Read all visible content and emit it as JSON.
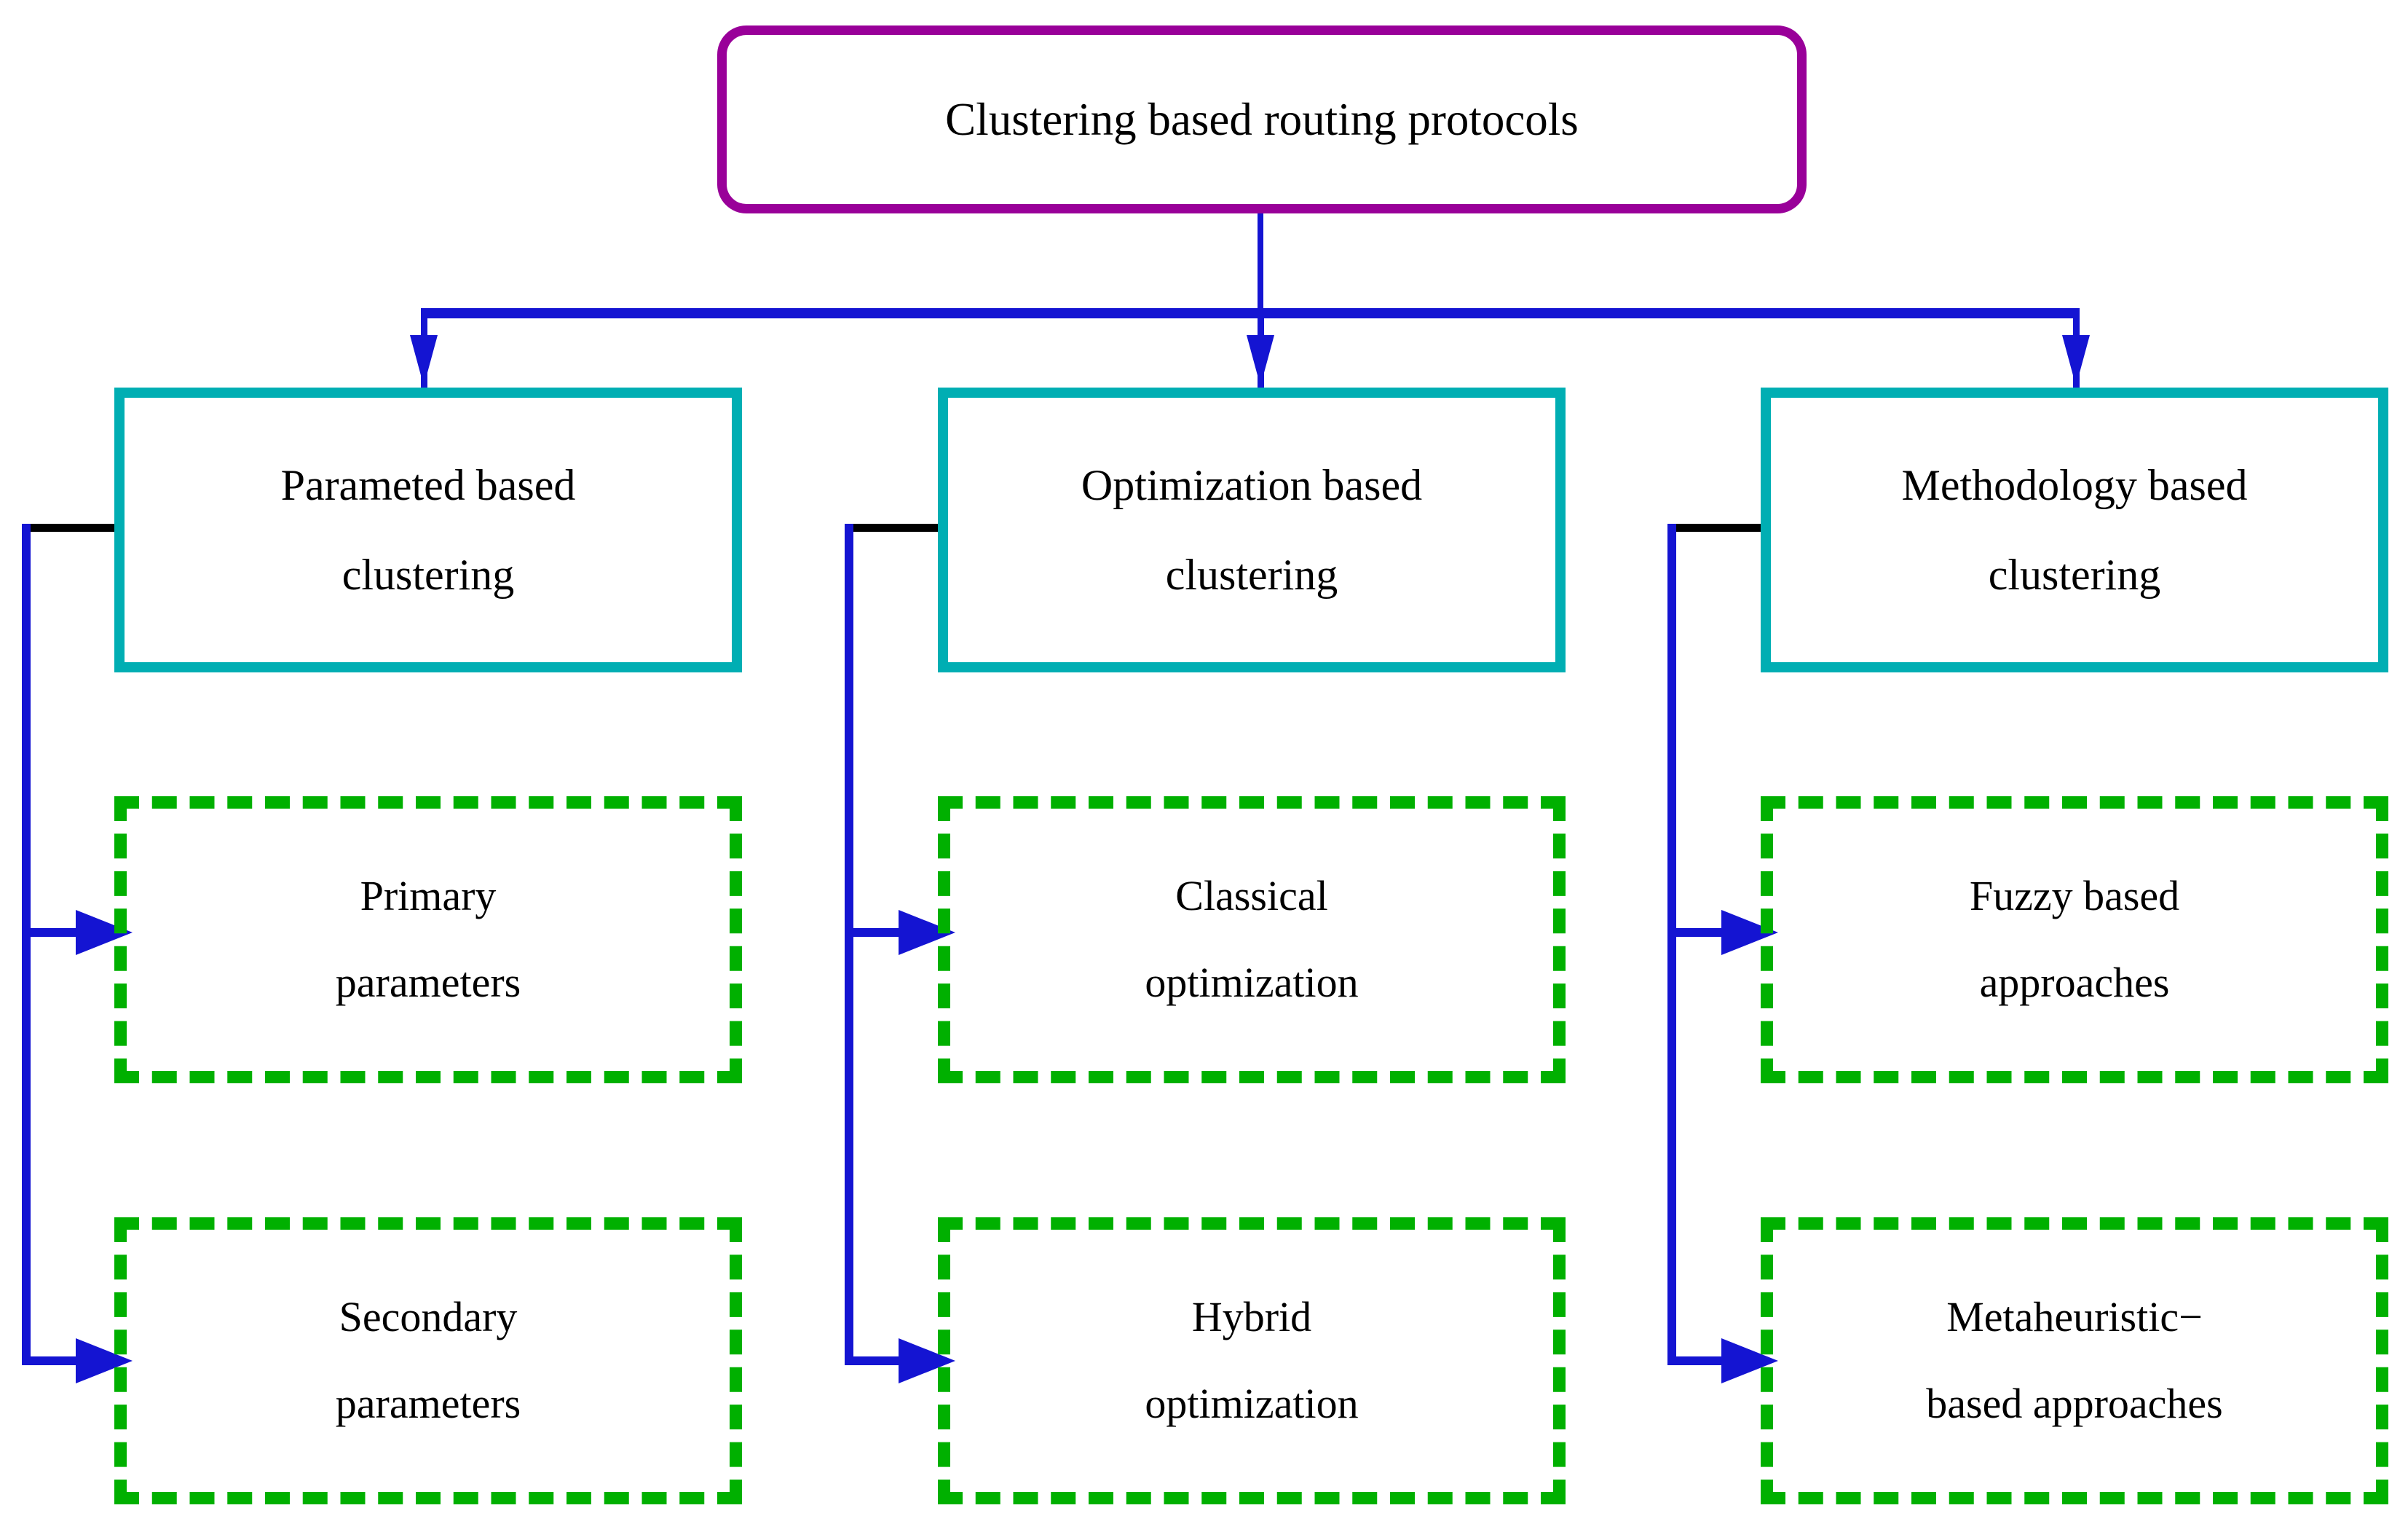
{
  "diagram": {
    "title": "Clustering based routing protocols",
    "root": {
      "label": "Clustering based routing protocols"
    },
    "categories": [
      {
        "line1": "Parameted based",
        "line2": "clustering"
      },
      {
        "line1": "Optimization based",
        "line2": "clustering"
      },
      {
        "line1": "Methodology based",
        "line2": "clustering"
      }
    ],
    "leaves": [
      {
        "line1": "Primary",
        "line2": "parameters"
      },
      {
        "line1": "Classical",
        "line2": "optimization"
      },
      {
        "line1": "Fuzzy based",
        "line2": "approaches"
      },
      {
        "line1": "Secondary",
        "line2": "parameters"
      },
      {
        "line1": "Hybrid",
        "line2": "optimization"
      },
      {
        "line1": "Metaheuristic−",
        "line2": "based approaches"
      }
    ],
    "colors": {
      "root_border": "#990099",
      "category_border": "#00aeb3",
      "leaf_border": "#00b000",
      "connector_blue": "#1414d2",
      "connector_black": "#000000",
      "background": "#ffffff",
      "text": "#000000"
    }
  }
}
